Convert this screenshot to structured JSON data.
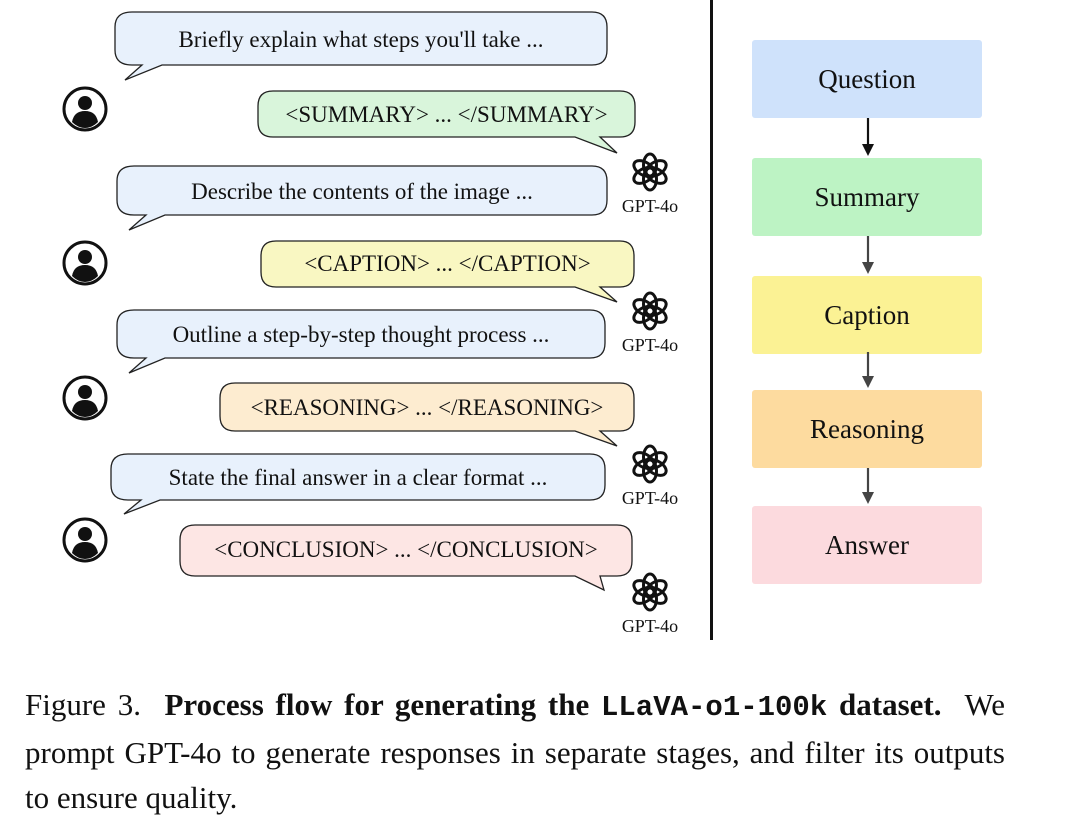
{
  "conversation": {
    "user_prompts": [
      "Briefly explain what steps you'll take ...",
      "Describe the contents of the image ...",
      "Outline a step-by-step thought process ...",
      "State the final answer in a clear format ..."
    ],
    "model_responses": [
      "<SUMMARY> ... </SUMMARY>",
      "<CAPTION> ... </CAPTION>",
      "<REASONING> ... </REASONING>",
      "<CONCLUSION> ... </CONCLUSION>"
    ],
    "model_label": "GPT-4o"
  },
  "stages": [
    "Question",
    "Summary",
    "Caption",
    "Reasoning",
    "Answer"
  ],
  "colors": {
    "user_bubble": "#e8f1fc",
    "summary": "#d9f5db",
    "caption": "#f9f7c2",
    "reasoning": "#fdecd0",
    "conclusion": "#fde6e4",
    "stage_question": "#cfe2fb",
    "stage_summary": "#bdf3c4",
    "stage_caption": "#fbf294",
    "stage_reasoning": "#fddb9f",
    "stage_answer": "#fcdade"
  },
  "caption": {
    "figure_label": "Figure 3.",
    "bold_text": "Process flow for generating the",
    "dataset_name": "LLaVA-o1-100k",
    "bold_suffix": "dataset.",
    "body": "We prompt GPT-4o to generate responses in separate stages, and filter its outputs to ensure quality."
  }
}
